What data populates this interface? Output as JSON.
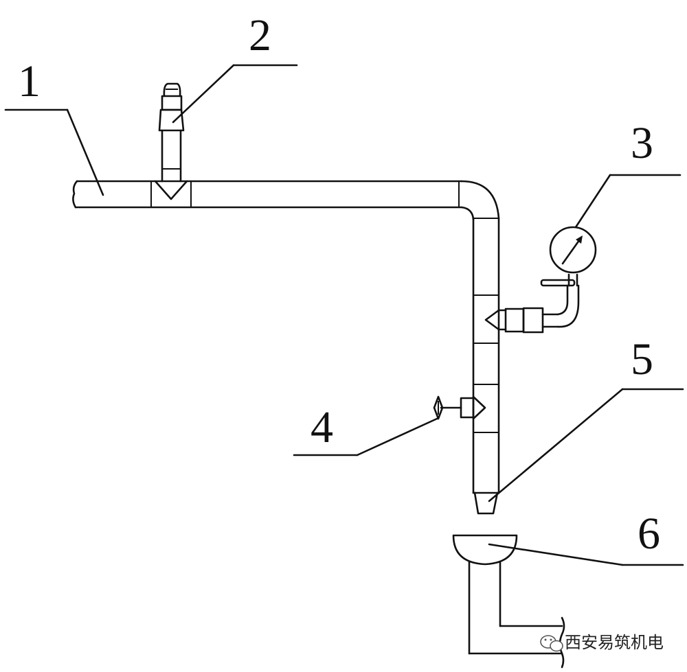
{
  "diagram": {
    "labels": [
      "1",
      "2",
      "3",
      "4",
      "5",
      "6"
    ],
    "watermark": "西安易筑机电"
  }
}
